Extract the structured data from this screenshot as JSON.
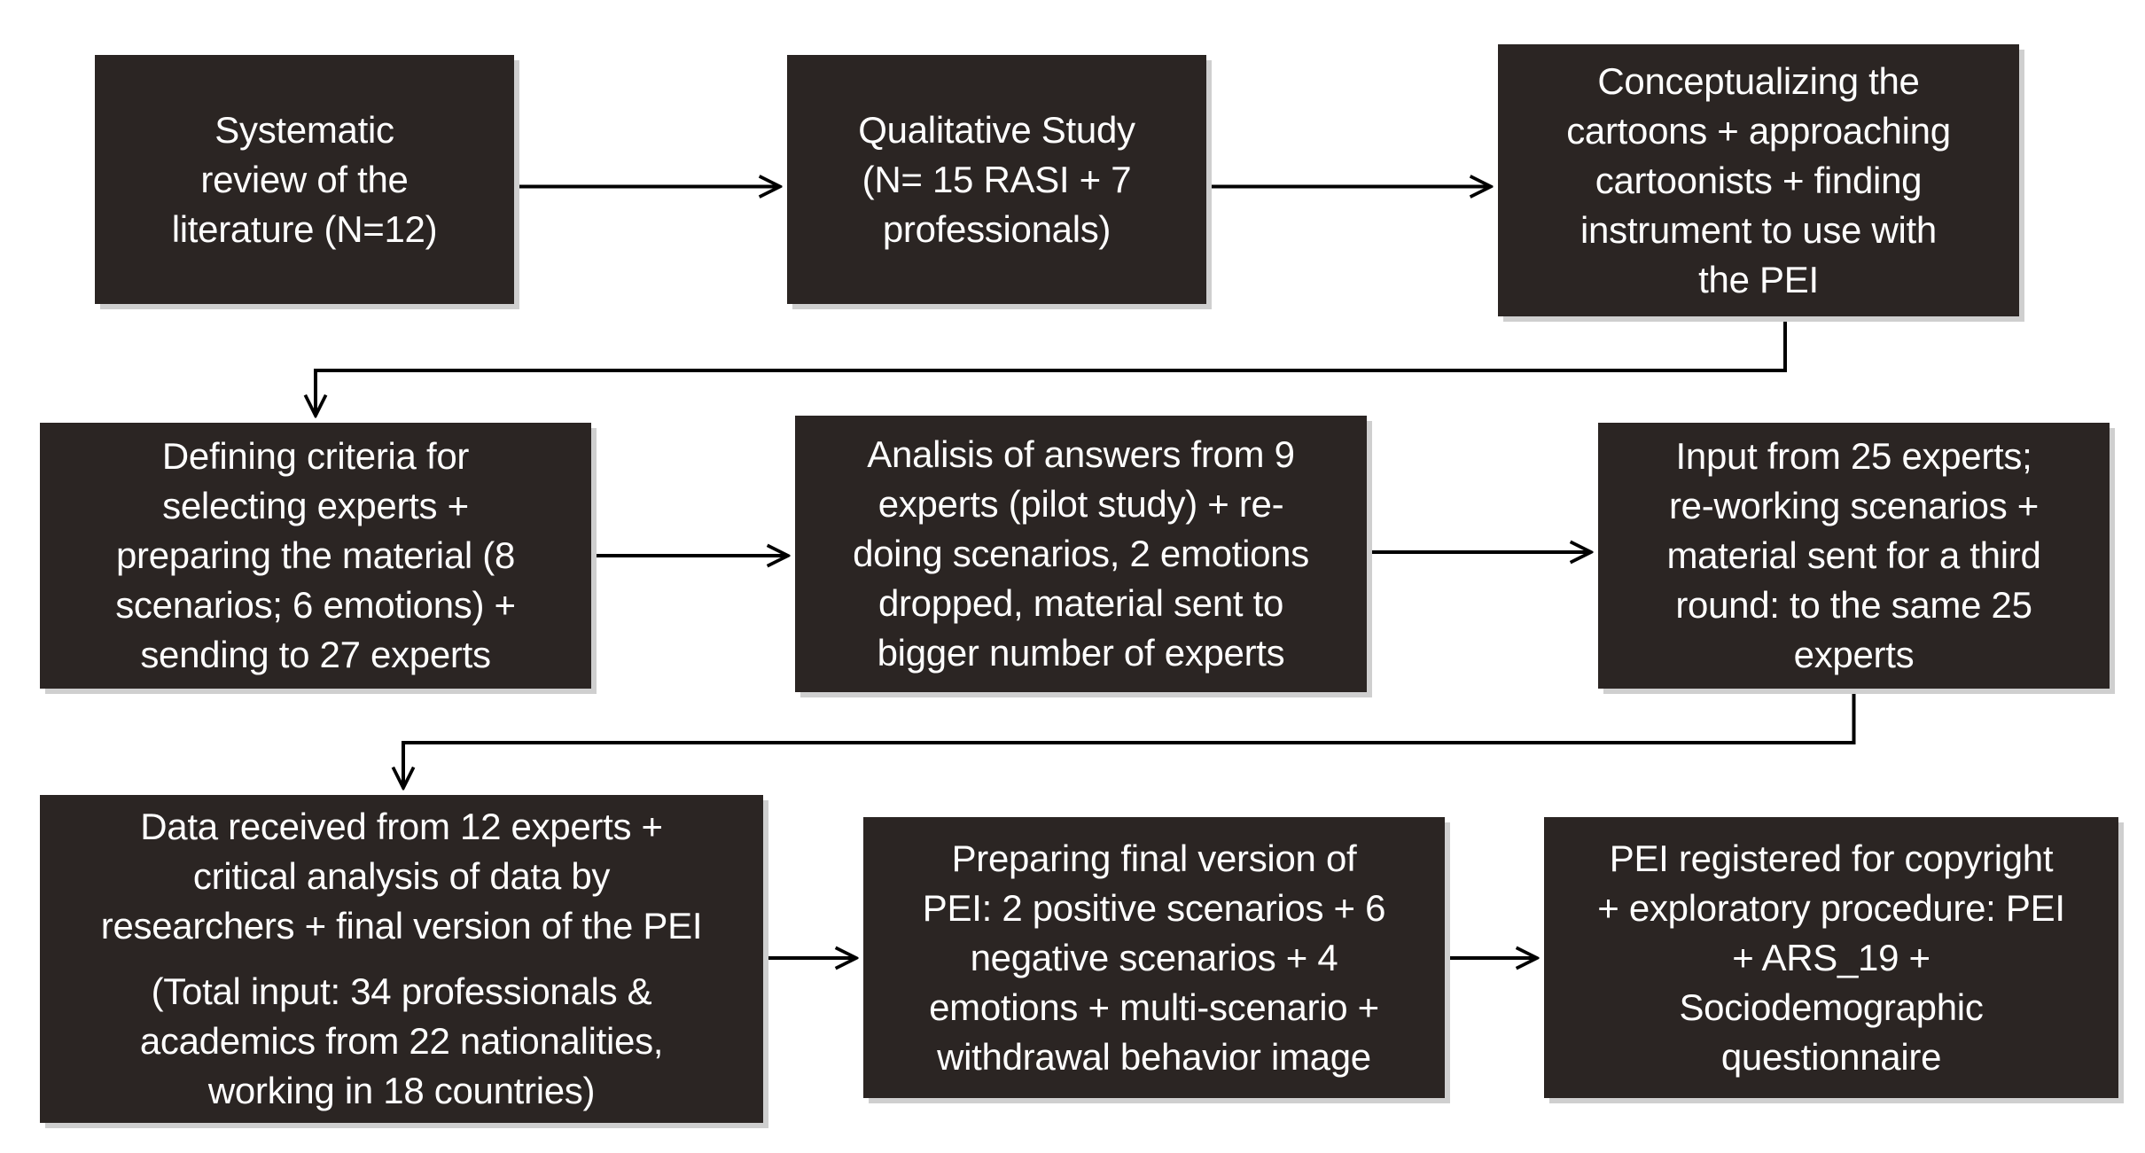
{
  "boxes": [
    {
      "id": "systematic-review",
      "lines": [
        "Systematic",
        "review of the",
        "literature (N=12)"
      ]
    },
    {
      "id": "qualitative-study",
      "lines": [
        "Qualitative Study",
        "(N= 15 RASI + 7",
        "professionals)"
      ]
    },
    {
      "id": "conceptualizing",
      "lines": [
        "Conceptualizing the",
        "cartoons + approaching",
        "cartoonists + finding",
        "instrument to use with",
        "the PEI"
      ]
    },
    {
      "id": "defining-criteria",
      "lines": [
        "Defining criteria for",
        "selecting experts +",
        "preparing the material (8",
        "scenarios; 6 emotions) +",
        "sending to 27 experts"
      ]
    },
    {
      "id": "analysis-pilot",
      "lines": [
        "Analisis of answers from 9",
        "experts (pilot study) + re-",
        "doing scenarios, 2 emotions",
        "dropped, material sent to",
        "bigger number of experts"
      ]
    },
    {
      "id": "input-25-experts",
      "lines": [
        "Input from 25 experts;",
        "re-working scenarios +",
        "material sent for a third",
        "round: to the same 25",
        "experts"
      ]
    },
    {
      "id": "data-received",
      "lines": [
        "Data received from 12 experts +",
        "critical analysis of data by",
        "researchers + final version of the PEI"
      ],
      "note_lines": [
        "(Total input: 34 professionals &",
        "academics from 22 nationalities,",
        "working in 18 countries)"
      ]
    },
    {
      "id": "preparing-final",
      "lines": [
        "Preparing final version of",
        "PEI: 2 positive scenarios + 6",
        "negative scenarios + 4",
        "emotions + multi-scenario +",
        "withdrawal behavior image"
      ]
    },
    {
      "id": "pei-registered",
      "lines": [
        "PEI registered for copyright",
        "+ exploratory procedure: PEI",
        "+ ARS_19 +",
        "Sociodemographic",
        "questionnaire"
      ]
    }
  ],
  "colors": {
    "box_fill": "#2b2523",
    "box_text": "#ffffff",
    "shadow": "#cfcfcf",
    "arrow": "#000000",
    "background": "#ffffff"
  }
}
